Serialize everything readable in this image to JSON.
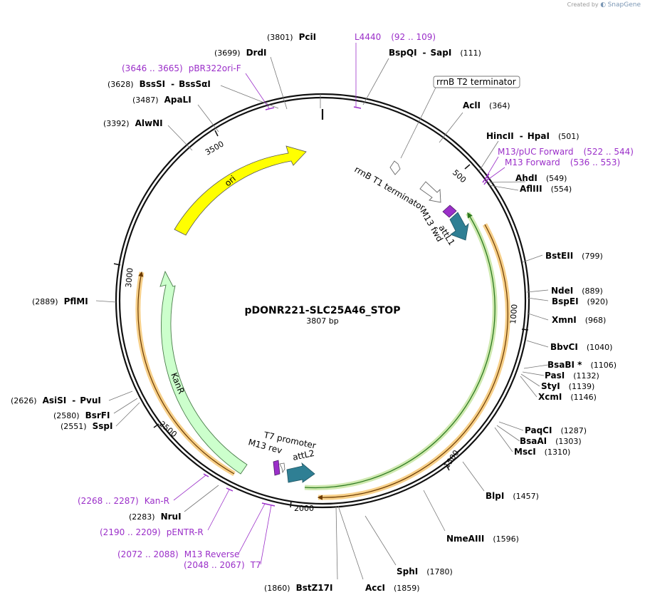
{
  "credit": {
    "prefix": "Created by",
    "brand": "SnapGene"
  },
  "plasmid": {
    "name": "pDONR221-SLC25A46_STOP",
    "length": 3807,
    "length_text": "3807 bp"
  },
  "colors": {
    "backbone": "#111111",
    "ori": "#ffff00",
    "kanr": "#ccffcc",
    "attl": "#2f7f94",
    "primer": "#9b2fc9",
    "orange_hl": "#f7d08a",
    "green_hl": "#cfe9b0"
  },
  "ticks": [
    {
      "pos": 500,
      "label": "500"
    },
    {
      "pos": 1000,
      "label": "1000"
    },
    {
      "pos": 1500,
      "label": "1500"
    },
    {
      "pos": 2000,
      "label": "2000"
    },
    {
      "pos": 2500,
      "label": "2500"
    },
    {
      "pos": 3000,
      "label": "3000"
    },
    {
      "pos": 3500,
      "label": "3500"
    }
  ],
  "sites": [
    {
      "name": "PciI",
      "pos_text": "(3801)"
    },
    {
      "name": "BspQI",
      "pos_text": "(111)",
      "alt": "SapI"
    },
    {
      "name": "DrdI",
      "pos_text": "(3699)"
    },
    {
      "name": "BssSI",
      "pos_text": "(3628)",
      "alt": "BssSαI"
    },
    {
      "name": "ApaLI",
      "pos_text": "(3487)"
    },
    {
      "name": "AlwNI",
      "pos_text": "(3392)"
    },
    {
      "name": "AclI",
      "pos_text": "(364)"
    },
    {
      "name": "HincII",
      "pos_text": "(501)",
      "alt": "HpaI"
    },
    {
      "name": "AhdI",
      "pos_text": "(549)"
    },
    {
      "name": "AflIII",
      "pos_text": "(554)"
    },
    {
      "name": "BstEII",
      "pos_text": "(799)"
    },
    {
      "name": "NdeI",
      "pos_text": "(889)"
    },
    {
      "name": "BspEI",
      "pos_text": "(920)"
    },
    {
      "name": "XmnI",
      "pos_text": "(968)"
    },
    {
      "name": "BbvCI",
      "pos_text": "(1040)"
    },
    {
      "name": "BsaBI *",
      "pos_text": "(1106)"
    },
    {
      "name": "PasI",
      "pos_text": "(1132)"
    },
    {
      "name": "StyI",
      "pos_text": "(1139)"
    },
    {
      "name": "XcmI",
      "pos_text": "(1146)"
    },
    {
      "name": "PaqCI",
      "pos_text": "(1287)"
    },
    {
      "name": "BsaAI",
      "pos_text": "(1303)"
    },
    {
      "name": "MscI",
      "pos_text": "(1310)"
    },
    {
      "name": "BlpI",
      "pos_text": "(1457)"
    },
    {
      "name": "NmeAIII",
      "pos_text": "(1596)"
    },
    {
      "name": "SphI",
      "pos_text": "(1780)"
    },
    {
      "name": "AccI",
      "pos_text": "(1859)"
    },
    {
      "name": "BstZ17I",
      "pos_text": "(1860)"
    },
    {
      "name": "NruI",
      "pos_text": "(2283)"
    },
    {
      "name": "SspI",
      "pos_text": "(2551)"
    },
    {
      "name": "BsrFI",
      "pos_text": "(2580)"
    },
    {
      "name": "AsiSI",
      "pos_text": "(2626)",
      "alt": "PvuI"
    },
    {
      "name": "PflMI",
      "pos_text": "(2889)"
    }
  ],
  "primers": [
    {
      "name": "L4440",
      "range": "(92 .. 109)"
    },
    {
      "name": "pBR322ori-F",
      "range": "(3646 .. 3665)"
    },
    {
      "name": "M13/pUC Forward",
      "range": "(522 .. 544)"
    },
    {
      "name": "M13 Forward",
      "range": "(536 .. 553)"
    },
    {
      "name": "Kan-R",
      "range": "(2268 .. 2287)"
    },
    {
      "name": "pENTR-R",
      "range": "(2190 .. 2209)"
    },
    {
      "name": "M13 Reverse",
      "range": "(2072 .. 2088)"
    },
    {
      "name": "T7",
      "range": "(2048 .. 2067)"
    }
  ],
  "features": {
    "ori": "ori",
    "kanr": "KanR",
    "attl1": "attL1",
    "attl2": "attL2",
    "m13fwd": "M13 fwd",
    "m13rev": "M13 rev",
    "t7promoter": "T7 promoter",
    "rrnbt1": "rrnB T1 terminator",
    "rrnbt2": "rrnB T2 terminator"
  }
}
